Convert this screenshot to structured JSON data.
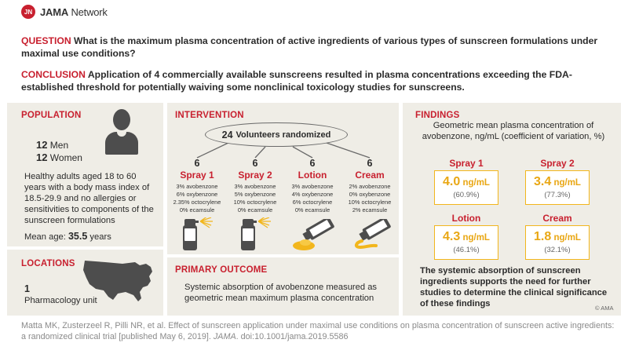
{
  "header": {
    "logo_mark": "JN",
    "brand": "JAMA",
    "brand_suffix": " Network"
  },
  "question": {
    "label": "QUESTION",
    "text": " What is the maximum plasma concentration of active ingredients of various types of sunscreen formulations under maximal use conditions?"
  },
  "conclusion": {
    "label": "CONCLUSION",
    "text": " Application of 4 commercially available sunscreens resulted in plasma concentrations exceeding the FDA-established threshold for potentially waiving some nonclinical toxicology studies for sunscreens."
  },
  "population": {
    "title": "POPULATION",
    "men_count": "12",
    "men_label": " Men",
    "women_count": "12",
    "women_label": " Women",
    "description": "Healthy adults aged 18 to 60 years with a body mass index of 18.5-29.9 and no allergies or sensitivities to components of the sunscreen formulations",
    "mean_age_label": "Mean age: ",
    "mean_age_value": "35.5",
    "mean_age_unit": " years"
  },
  "locations": {
    "title": "LOCATIONS",
    "count": "1",
    "label": "Pharmacology unit"
  },
  "intervention": {
    "title": "INTERVENTION",
    "volunteers_count": "24",
    "volunteers_label": "Volunteers randomized",
    "groups": [
      {
        "n": "6",
        "name": "Spray 1",
        "ingredients": [
          "3% avobenzone",
          "6% oxybenzone",
          "2.35% octocrylene",
          "0% ecamsule"
        ]
      },
      {
        "n": "6",
        "name": "Spray 2",
        "ingredients": [
          "3% avobenzone",
          "5% oxybenzone",
          "10% octocrylene",
          "0% ecamsule"
        ]
      },
      {
        "n": "6",
        "name": "Lotion",
        "ingredients": [
          "3% avobenzone",
          "4% oxybenzone",
          "6% octocrylene",
          "0% ecamsule"
        ]
      },
      {
        "n": "6",
        "name": "Cream",
        "ingredients": [
          "2% avobenzone",
          "0% oxybenzone",
          "10% octocrylene",
          "2% ecamsule"
        ]
      }
    ]
  },
  "primary_outcome": {
    "title": "PRIMARY OUTCOME",
    "text": "Systemic absorption of avobenzone measured as geometric mean maximum plasma concentration"
  },
  "findings": {
    "title": "FINDINGS",
    "subtitle": "Geometric mean plasma concentration of avobenzone, ng/mL (coefficient of variation, %)",
    "results": [
      {
        "name": "Spray 1",
        "value": "4.0",
        "unit": " ng/mL",
        "cv": "(60.9%)"
      },
      {
        "name": "Spray 2",
        "value": "3.4",
        "unit": " ng/mL",
        "cv": "(77.3%)"
      },
      {
        "name": "Lotion",
        "value": "4.3",
        "unit": " ng/mL",
        "cv": "(46.1%)"
      },
      {
        "name": "Cream",
        "value": "1.8",
        "unit": " ng/mL",
        "cv": "(32.1%)"
      }
    ],
    "summary": "The systemic absorption of sunscreen ingredients supports the need for further studies to determine the clinical significance of these findings",
    "copyright": "© AMA"
  },
  "citation": {
    "text1": "Matta MK, Zusterzeel R, Pilli NR, et al. Effect of sunscreen application under maximal use conditions on plasma concentration of sunscreen active ingredients: a randomized clinical trial [published May 6, 2019]. ",
    "journal": "JAMA",
    "text2": ". doi:10.1001/jama.2019.5586"
  },
  "colors": {
    "accent": "#c8202f",
    "panel": "#efede6",
    "highlight": "#f2b61c",
    "icon": "#4d4d4d"
  }
}
